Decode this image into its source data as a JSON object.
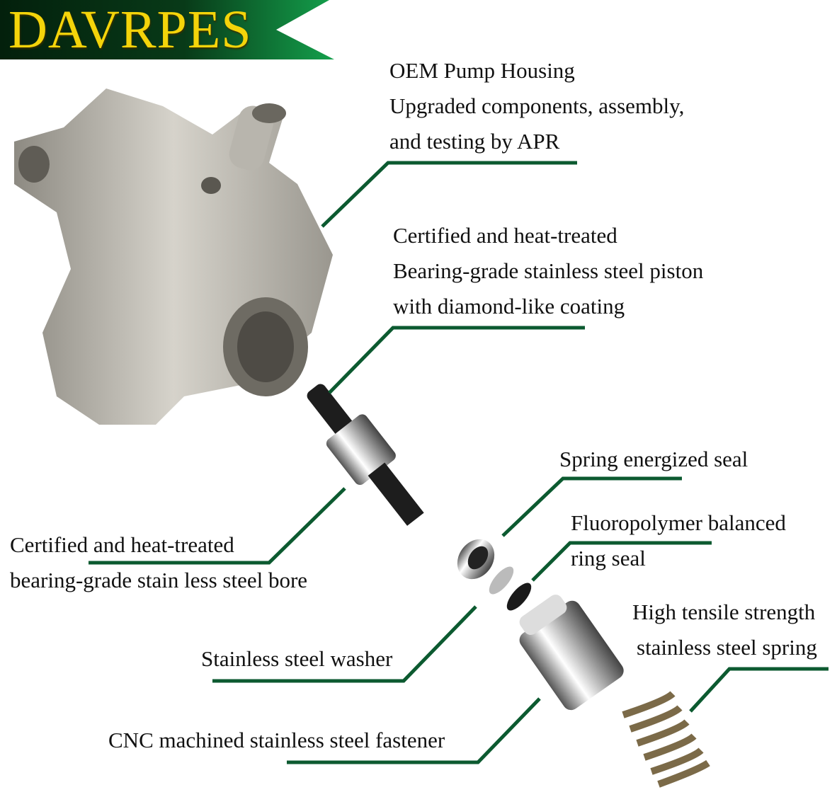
{
  "brand": {
    "logo_text": "DAVRPES",
    "colors": {
      "banner_dark": "#062a12",
      "banner_green": "#0f8a44",
      "logo_yellow": "#f4d40a",
      "leader_green": "#0c5a30"
    }
  },
  "labels": {
    "housing": [
      "OEM Pump Housing",
      "Upgraded components, assembly,",
      "and testing by APR"
    ],
    "piston": [
      "Certified and heat-treated",
      "Bearing-grade stainless steel piston",
      "with diamond-like coating"
    ],
    "bore": [
      "Certified and heat-treated",
      "bearing-grade stain less steel bore"
    ],
    "spring_seal": [
      "Spring energized seal"
    ],
    "ring_seal": [
      "Fluoropolymer balanced",
      "ring seal"
    ],
    "spring": [
      "High tensile strength",
      "stainless steel spring"
    ],
    "washer": [
      "Stainless steel washer"
    ],
    "fastener": [
      "CNC machined stainless steel fastener"
    ]
  }
}
